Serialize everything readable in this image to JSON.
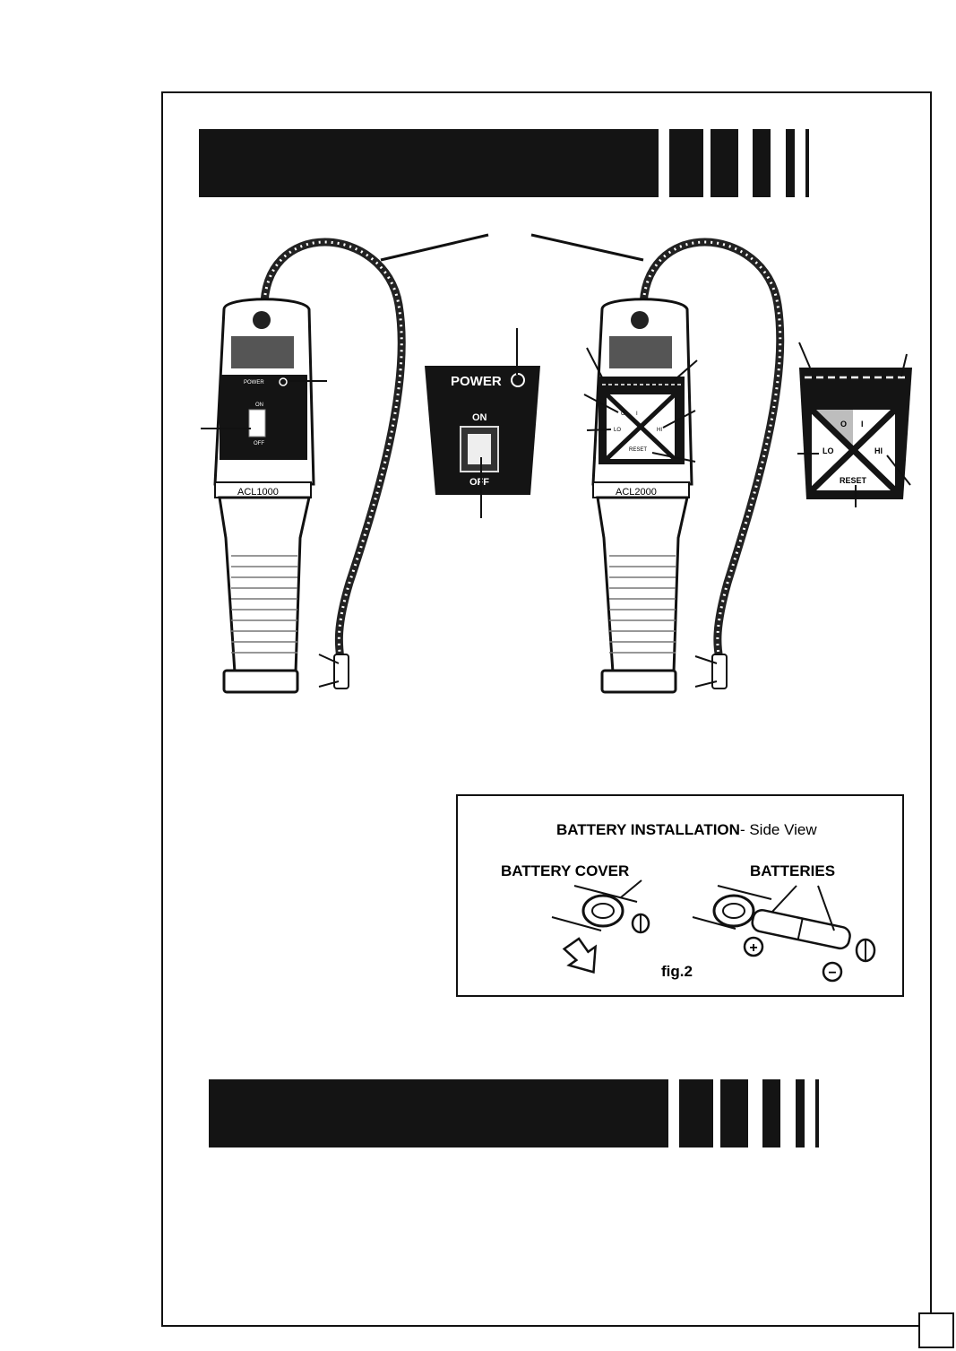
{
  "devices": {
    "acl1000": {
      "model": "ACL1000",
      "power_label": "POWER",
      "on_label": "ON",
      "off_label": "OFF"
    },
    "acl2000": {
      "model": "ACL2000",
      "zero_label": "O",
      "one_label": "I",
      "lo_label": "LO",
      "hi_label": "HI",
      "reset_label": "RESET"
    }
  },
  "detail_power": {
    "power_label": "POWER",
    "on_label": "ON",
    "off_label": "OFF"
  },
  "detail_keypad": {
    "zero_label": "O",
    "one_label": "I",
    "lo_label": "LO",
    "hi_label": "HI",
    "reset_label": "RESET"
  },
  "battery_figure": {
    "title_bold": "BATTERY INSTALLATION",
    "title_rest": "- Side View",
    "cover_label": "BATTERY COVER",
    "batteries_label": "BATTERIES",
    "fig_label": "fig.2",
    "plus_symbol": "+",
    "minus_symbol": "−"
  },
  "colors": {
    "ink": "#141414",
    "indicator": "#bdbdbd"
  }
}
